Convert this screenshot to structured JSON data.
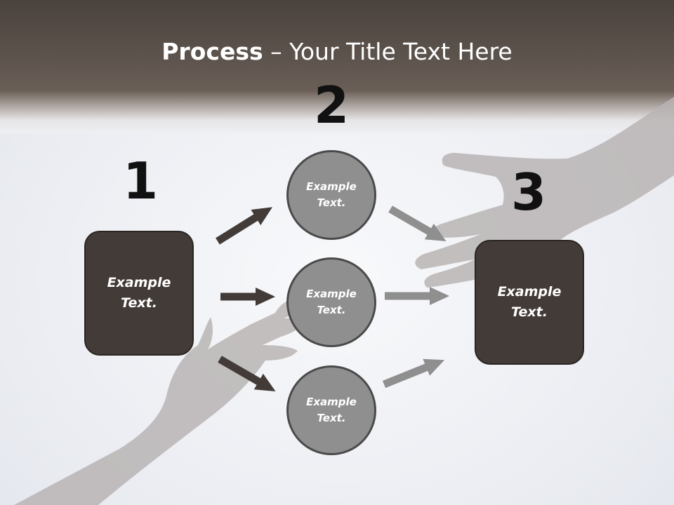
{
  "title": {
    "bold": "Process",
    "rest": " – Your Title Text Here"
  },
  "steps": [
    {
      "number": "1",
      "text": "Example Text."
    },
    {
      "number": "2",
      "items": [
        "Example Text.",
        "Example Text.",
        "Example Text."
      ]
    },
    {
      "number": "3",
      "text": "Example Text."
    }
  ],
  "colors": {
    "header": "#5e544e",
    "box_fill": "#433b37",
    "circle_fill": "#8f8f8f",
    "arrow_dark": "#433b37",
    "arrow_light": "#8f8f8f",
    "hand_silhouette": "#b8b4b4"
  }
}
